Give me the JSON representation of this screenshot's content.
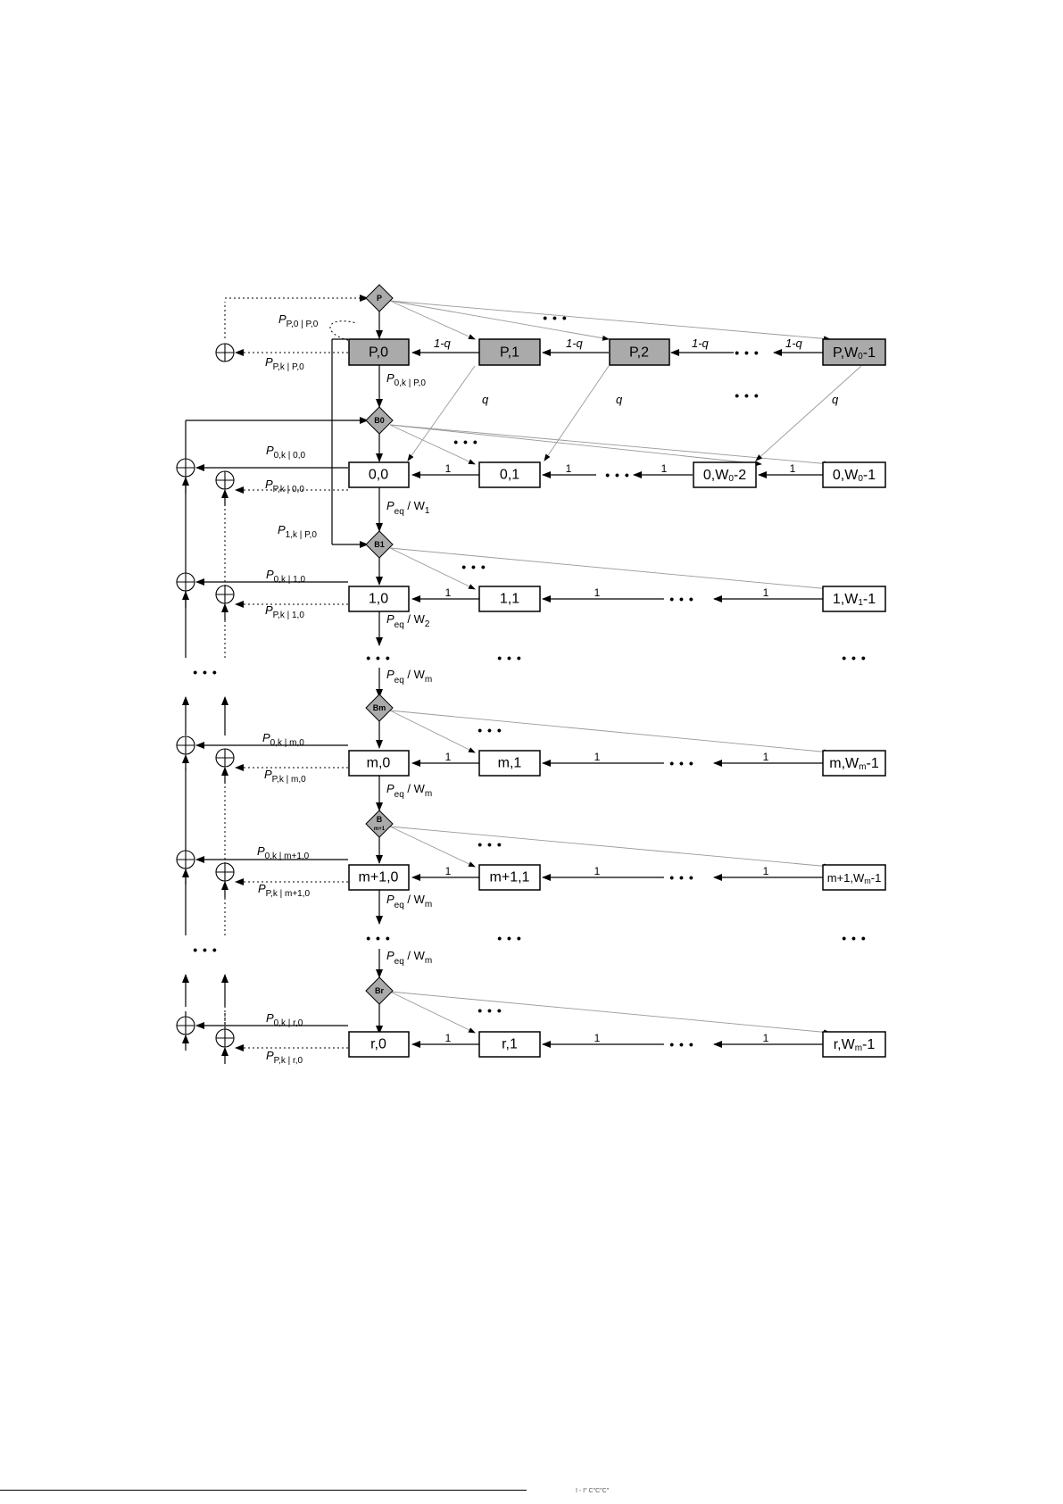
{
  "states": {
    "p_0": "P,0",
    "p_1": "P,1",
    "p_2": "P,2",
    "p_w": "P,W",
    "p_w_sub": "0",
    "p_w_tail": "-1",
    "s00": "0,0",
    "s01": "0,1",
    "s0w2": "0,W",
    "s0w2_sub": "0",
    "s0w2_tail": "-2",
    "s0w1": "0,W",
    "s0w1_sub": "0",
    "s0w1_tail": "-1",
    "s10": "1,0",
    "s11": "1,1",
    "s1w": "1,W",
    "s1w_sub": "1",
    "s1w_tail": "-1",
    "sm0": "m,0",
    "sm1": "m,1",
    "smw": "m,W",
    "smw_sub": "m",
    "smw_tail": "-1",
    "sm10": "m+1,0",
    "sm11": "m+1,1",
    "sm1w": "m+1,W",
    "sm1w_sub": "m",
    "sm1w_tail": "-1",
    "sr0": "r,0",
    "sr1": "r,1",
    "srw": "r,W",
    "srw_sub": "m",
    "srw_tail": "-1"
  },
  "diamonds": {
    "p": "P",
    "b0": "B0",
    "b1": "B1",
    "bm": "Bm",
    "bm1_top": "B",
    "bm1_bot": "m+1",
    "br": "Br"
  },
  "edge_labels": {
    "one_minus_q": "1-q",
    "q": "q",
    "one": "1"
  },
  "prob_labels": {
    "p_p0_p0": {
      "main": "P",
      "sub": "P,0 | P,0"
    },
    "p_pk_p0": {
      "main": "P",
      "sub": "P,k | P,0"
    },
    "p_0k_p0": {
      "main": "P",
      "sub": "0,k | P,0"
    },
    "p_0k_00": {
      "main": "P",
      "sub": "0,k | 0,0"
    },
    "p_pk_00": {
      "main": "P",
      "sub": "P,k | 0,0"
    },
    "p_1k_p0": {
      "main": "P",
      "sub": "1,k | P,0"
    },
    "p_0k_10": {
      "main": "P",
      "sub": "0,k | 1,0"
    },
    "p_pk_10": {
      "main": "P",
      "sub": "P,k | 1,0"
    },
    "p_0k_m0": {
      "main": "P",
      "sub": "0,k | m,0"
    },
    "p_pk_m0": {
      "main": "P",
      "sub": "P,k | m,0"
    },
    "p_0k_m10": {
      "main": "P",
      "sub": "0,k | m+1,0"
    },
    "p_pk_m10": {
      "main": "P",
      "sub": "P,k | m+1,0"
    },
    "p_0k_r0": {
      "main": "P",
      "sub": "0,k | r,0"
    },
    "p_pk_r0": {
      "main": "P",
      "sub": "P,k | r,0"
    }
  },
  "peq_labels": {
    "main": "P",
    "sub": "eq",
    "slash": " / W",
    "w1": "1",
    "w2": "2",
    "wm": "m"
  },
  "ellipsis": "• • •",
  "footer_text": "I - I″           C″C″C″"
}
